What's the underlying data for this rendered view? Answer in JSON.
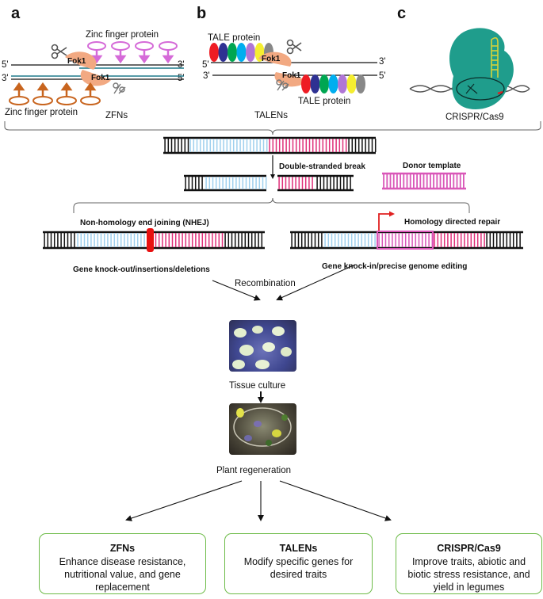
{
  "panels": {
    "a": {
      "letter": "a",
      "zinc_top": "Zinc finger protein",
      "zinc_bottom": "Zinc finger protein",
      "fok1": "Fok1",
      "end5": "5'",
      "end3": "3'",
      "title": "ZFNs"
    },
    "b": {
      "letter": "b",
      "tale_top": "TALE protein",
      "tale_bottom": "TALE protein",
      "fok1": "Fok1",
      "end5": "5'",
      "end3": "3'",
      "title": "TALENs"
    },
    "c": {
      "letter": "c",
      "title": "CRISPR/Cas9"
    }
  },
  "steps": {
    "dsb": "Double-stranded break",
    "donor": "Donor template",
    "nhej": "Non-homology end joining (NHEJ)",
    "hdr": "Homology directed repair",
    "knockout": "Gene knock-out/insertions/deletions",
    "knockin": "Gene knock-in/precise genome editing",
    "recombination": "Recombination",
    "tissue": "Tissue culture",
    "regen": "Plant regeneration"
  },
  "outcomes": [
    {
      "title": "ZFNs",
      "text": [
        "Enhance disease resistance,",
        "nutritional value, and gene",
        "replacement"
      ]
    },
    {
      "title": "TALENs",
      "text": [
        "Modify specific genes for",
        "desired traits"
      ]
    },
    {
      "title": "CRISPR/Cas9",
      "text": [
        "Improve traits, abiotic and",
        "biotic stress resistance, and",
        "yield in legumes"
      ]
    }
  ],
  "colors": {
    "fok": "#f2a982",
    "zinc_top": "#d56ad8",
    "zinc_bottom": "#c8651f",
    "dna_blue": "#9fd0ee",
    "dna_pink": "#e0307a",
    "donor": "#d957b8",
    "cas9": "#1f9d8c",
    "box_border": "#6cbb47",
    "tale_repeats": [
      "#ee1c24",
      "#2e3192",
      "#00a651",
      "#00aeef",
      "#b076d6",
      "#f5ee30",
      "#888888"
    ]
  }
}
